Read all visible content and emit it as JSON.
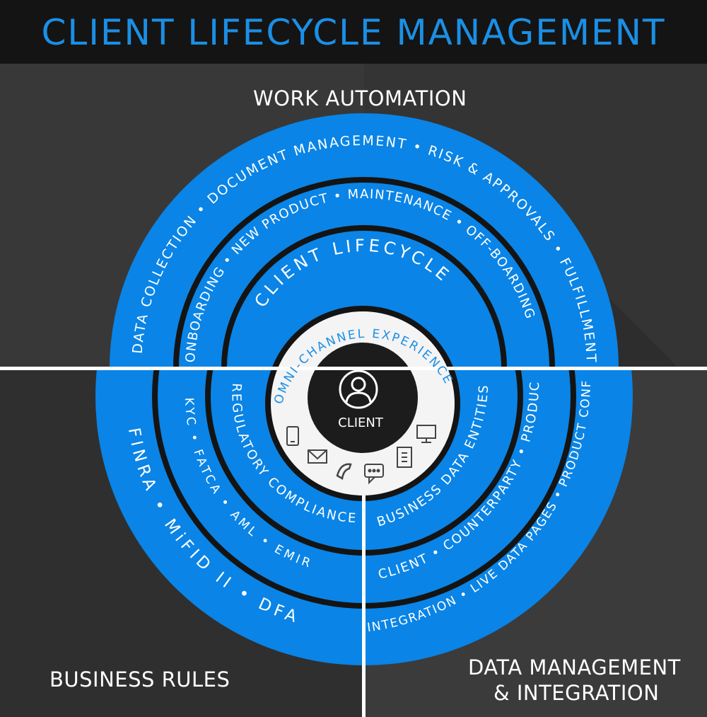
{
  "title": "CLIENT LIFECYCLE MANAGEMENT",
  "quadrants": {
    "work_automation": "WORK AUTOMATION",
    "business_rules": "BUSINESS RULES",
    "data_management_line1": "DATA MANAGEMENT",
    "data_management_line2": "& INTEGRATION"
  },
  "rings": {
    "outer_top": "DATA COLLECTION • DOCUMENT MANAGEMENT • RISK & APPROVALS • FULFILLMENT",
    "middle_top": "ONBOARDING • NEW PRODUCT • MAINTENANCE • OFF-BOARDING",
    "inner_top": "CLIENT LIFECYCLE",
    "core_ring": "OMNI-CHANNEL EXPERIENCE",
    "outer_bl": "FINRA • MiFID II • DFA",
    "middle_bl": "KYC • FATCA • AML • EMIR",
    "inner_bl": "REGULATORY COMPLIANCE",
    "outer_br": "INTEGRATION • LIVE DATA PAGES • PRODUCT CONFIG",
    "middle_br": "CLIENT • COUNTERPARTY • PRODUCT",
    "inner_br": "BUSINESS DATA ENTITIES"
  },
  "center": {
    "label": "CLIENT",
    "icon": "person-icon"
  },
  "channel_icons": [
    "mobile-icon",
    "email-icon",
    "phone-icon",
    "chat-icon",
    "building-icon",
    "monitor-icon"
  ],
  "colors": {
    "accent": "#1b8fe5",
    "ring_blue": "#0a84e6",
    "title_bar": "#141414",
    "background": "#3a3a3a",
    "white": "#ffffff",
    "dark_core": "#1c1c1c"
  }
}
